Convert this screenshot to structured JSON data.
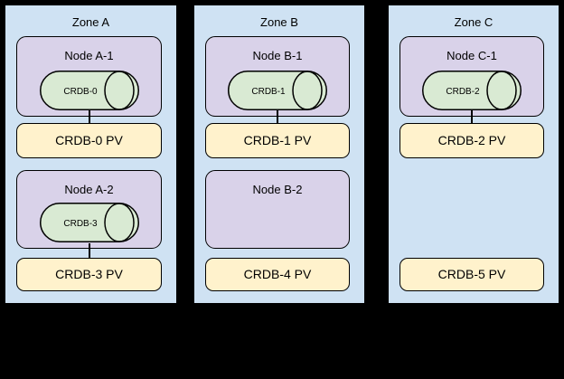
{
  "diagram": {
    "description": "CockroachDB zones, nodes, pods and persistent volumes",
    "background": "#000000"
  },
  "colors": {
    "zone_fill": "#cfe2f3",
    "node_fill": "#d9d2e9",
    "cylinder_fill": "#d9ead3",
    "pv_fill": "#fff2cc",
    "border": "#000000"
  },
  "zones": [
    {
      "title": "Zone A",
      "slots": [
        {
          "node": {
            "title": "Node A-1",
            "cylinder": "CRDB-0",
            "connected": true
          },
          "pv": "CRDB-0 PV"
        },
        {
          "node": {
            "title": "Node A-2",
            "cylinder": "CRDB-3",
            "connected": true
          },
          "pv": "CRDB-3 PV"
        }
      ]
    },
    {
      "title": "Zone B",
      "slots": [
        {
          "node": {
            "title": "Node B-1",
            "cylinder": "CRDB-1",
            "connected": true
          },
          "pv": "CRDB-1 PV"
        },
        {
          "node": {
            "title": "Node B-2",
            "cylinder": null,
            "connected": false
          },
          "pv": "CRDB-4 PV"
        }
      ]
    },
    {
      "title": "Zone C",
      "slots": [
        {
          "node": {
            "title": "Node C-1",
            "cylinder": "CRDB-2",
            "connected": true
          },
          "pv": "CRDB-2 PV"
        },
        {
          "node": null,
          "pv": "CRDB-5 PV"
        }
      ]
    }
  ]
}
